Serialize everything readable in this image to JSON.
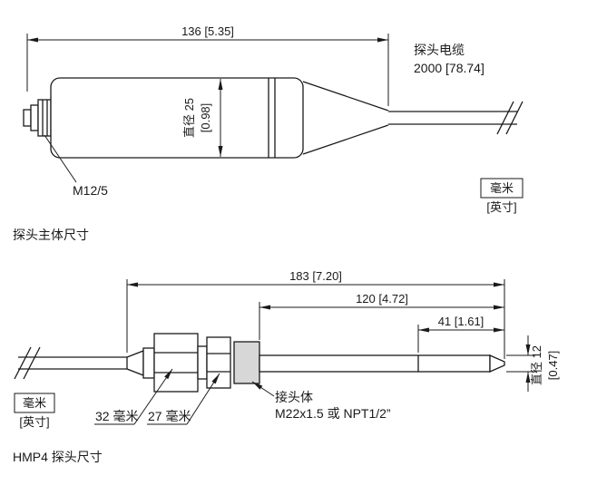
{
  "page": {
    "background_color": "#ffffff",
    "line_color": "#1a1a1a",
    "fitting_fill_color": "#d7d7d7"
  },
  "top_diagram": {
    "length_dim": "136 [5.35]",
    "cable_label": {
      "line1": "探头电缆",
      "line2": "2000 [78.74]"
    },
    "diameter_label": "直径 25",
    "diameter_label_inch": "[0.98]",
    "connector_label": "M12/5",
    "units": {
      "mm": "毫米",
      "inch": "[英寸]"
    },
    "caption": "探头主体尺寸"
  },
  "bottom_diagram": {
    "overall_dim": "183 [7.20]",
    "insert_dim": "120 [4.72]",
    "tip_dim": "41 [1.61]",
    "diameter_label": "直径 12",
    "diameter_label_inch": "[0.47]",
    "wrench_32": "32 毫米",
    "wrench_27": "27 毫米",
    "fitting_label": {
      "line1": "接头体",
      "line2": "M22x1.5 或 NPT1/2”"
    },
    "units": {
      "mm": "毫米",
      "inch": "[英寸]"
    },
    "caption": "HMP4 探头尺寸"
  }
}
